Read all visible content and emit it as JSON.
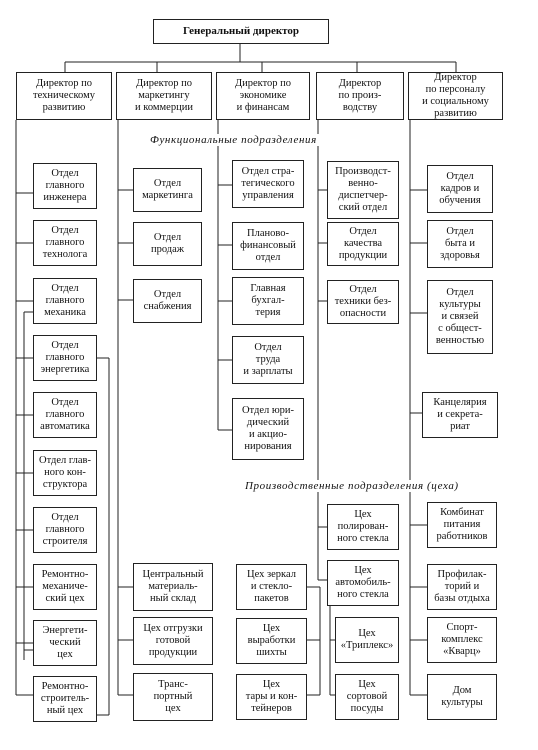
{
  "general_director": "Генеральный директор",
  "directors": [
    "Директор по\nтехническому\nразвитию",
    "Директор по\nмаркетингу\nи коммерции",
    "Директор по\nэкономике\nи финансам",
    "Директор\nпо произ-\nводству",
    "Директор\nпо персоналу\nи социальному\nразвитию"
  ],
  "section_functional": "Функциональные подразделения",
  "section_production": "Производственные подразделения (цеха)",
  "technical": [
    "Отдел\nглавного\nинженера",
    "Отдел\nглавного\nтехнолога",
    "Отдел\nглавного\nмеханика",
    "Отдел\nглавного\nэнергетика",
    "Отдел\nглавного\nавтоматика",
    "Отдел глав-\nного кон-\nструктора",
    "Отдел\nглавного\nстроителя",
    "Ремонтно-\nмеханиче-\nский цех",
    "Энергети-\nческий\nцех",
    "Ремонтно-\nстроитель-\nный цех"
  ],
  "marketing": [
    "Отдел\nмаркетинга",
    "Отдел\nпродаж",
    "Отдел\nснабжения",
    "Центральный\nматериаль-\nный склад",
    "Цех отгрузки\nготовой\nпродукции",
    "Транс-\nпортный\nцех"
  ],
  "economics": [
    "Отдел стра-\nтегического\nуправления",
    "Планово-\nфинансовый\nотдел",
    "Главная\nбухгал-\nтерия",
    "Отдел\nтруда\nи зарплаты",
    "Отдел юри-\nдический\nи акцио-\nнирования",
    "Цех зеркал\nи стекло-\nпакетов",
    "Цех\nвыработки\nшихты",
    "Цех\nтары и кон-\nтейнеров"
  ],
  "production": [
    "Производст-\nвенно-\nдиспетчер-\nский отдел",
    "Отдел\nкачества\nпродукции",
    "Отдел\nтехники без-\nопасности",
    "Цех\nполирован-\nного стекла",
    "Цех\nавтомобиль-\nного стекла",
    "Цех\n«Триплекс»",
    "Цех\nсортовой\nпосуды"
  ],
  "personnel": [
    "Отдел\nкадров и\nобучения",
    "Отдел\nбыта и\nздоровья",
    "Отдел\nкультуры\nи связей\nс общест-\nвенностью",
    "Канцелярия\nи секрета-\nриат",
    "Комбинат\nпитания\nработников",
    "Профилак-\nторий и\nбазы отдыха",
    "Спорт-\nкомплекс\n«Кварц»",
    "Дом\nкультуры"
  ]
}
